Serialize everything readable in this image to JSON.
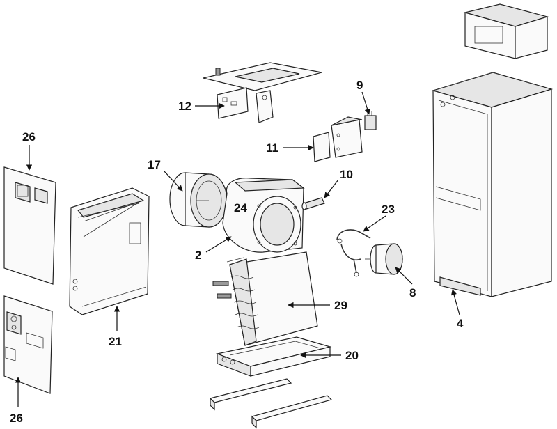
{
  "diagram": {
    "callouts": {
      "panel_upper": "26",
      "panel_lower": "26",
      "door_frame": "21",
      "blower_wheel": "17",
      "blower_housing": "2",
      "blower_housing_inner": "24",
      "control_board": "12",
      "relay_bracket": "11",
      "relay": "9",
      "motor_shaft": "10",
      "motor_mount": "23",
      "motor": "8",
      "coil": "29",
      "drain_pan": "20",
      "cabinet": "4"
    },
    "colors": {
      "line": "#222222",
      "fill": "#fafafa",
      "shade": "#e6e6e6",
      "dark": "#9a9a9a",
      "text": "#111111"
    }
  }
}
